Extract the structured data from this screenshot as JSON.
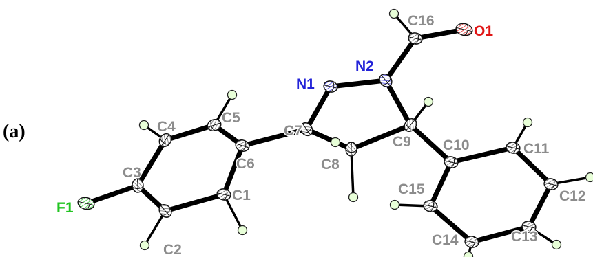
{
  "panel_label": "(a)",
  "colors": {
    "carbon_label": "#8c8c8c",
    "nitrogen_label": "#2323d8",
    "oxygen_label": "#e01414",
    "fluorine_label": "#22c422",
    "hydrogen_fill": "#e8ffd8",
    "bond": "#000000"
  },
  "atoms": {
    "C1": {
      "label": "C1",
      "element": "C"
    },
    "C2": {
      "label": "C2",
      "element": "C"
    },
    "C3": {
      "label": "C3",
      "element": "C"
    },
    "C4": {
      "label": "C4",
      "element": "C"
    },
    "C5": {
      "label": "C5",
      "element": "C"
    },
    "C6": {
      "label": "C6",
      "element": "C"
    },
    "C7": {
      "label": "C7",
      "element": "C"
    },
    "C8": {
      "label": "C8",
      "element": "C"
    },
    "C9": {
      "label": "C9",
      "element": "C"
    },
    "C10": {
      "label": "C10",
      "element": "C"
    },
    "C11": {
      "label": "C11",
      "element": "C"
    },
    "C12": {
      "label": "C12",
      "element": "C"
    },
    "C13": {
      "label": "C13",
      "element": "C"
    },
    "C14": {
      "label": "C14",
      "element": "C"
    },
    "C15": {
      "label": "C15",
      "element": "C"
    },
    "C16": {
      "label": "C16",
      "element": "C"
    },
    "N1": {
      "label": "N1",
      "element": "N"
    },
    "N2": {
      "label": "N2",
      "element": "N"
    },
    "O1": {
      "label": "O1",
      "element": "O"
    },
    "F1": {
      "label": "F1",
      "element": "F"
    }
  },
  "bonds": [
    [
      "F1",
      "C3"
    ],
    [
      "C3",
      "C4"
    ],
    [
      "C4",
      "C5"
    ],
    [
      "C5",
      "C6"
    ],
    [
      "C6",
      "C1"
    ],
    [
      "C1",
      "C2"
    ],
    [
      "C2",
      "C3"
    ],
    [
      "C6",
      "C7"
    ],
    [
      "C7",
      "N1"
    ],
    [
      "N1",
      "N2"
    ],
    [
      "N2",
      "C9"
    ],
    [
      "C9",
      "C8"
    ],
    [
      "C8",
      "C7"
    ],
    [
      "N2",
      "C16"
    ],
    [
      "C16",
      "O1"
    ],
    [
      "C9",
      "C10"
    ],
    [
      "C10",
      "C11"
    ],
    [
      "C11",
      "C12"
    ],
    [
      "C12",
      "C13"
    ],
    [
      "C13",
      "C14"
    ],
    [
      "C14",
      "C15"
    ],
    [
      "C15",
      "C10"
    ]
  ]
}
